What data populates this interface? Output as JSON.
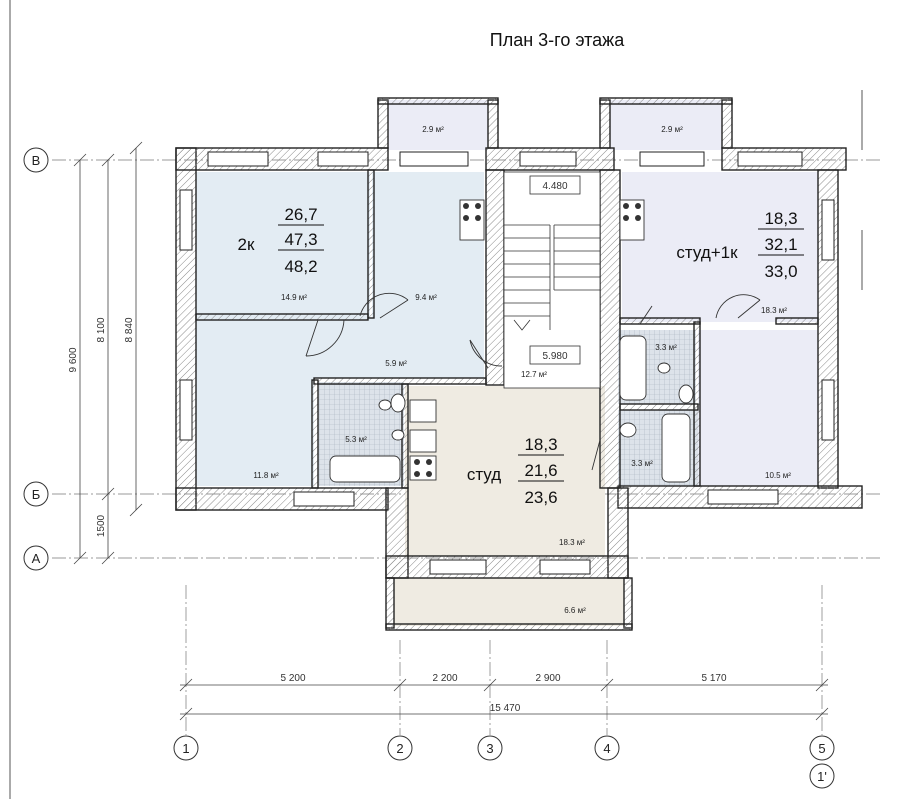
{
  "title": "План 3-го этажа",
  "colors": {
    "apartment_blue": "#e3ecf3",
    "apartment_lilac": "#ebecf6",
    "apartment_beige": "#efebe2",
    "wall": "#222222",
    "hatch": "#9a9a9a",
    "bath_tile": "#d6dde4"
  },
  "axes_rows": [
    {
      "label": "В"
    },
    {
      "label": "Б"
    },
    {
      "label": "А"
    }
  ],
  "axes_columns": [
    {
      "label": "1"
    },
    {
      "label": "2"
    },
    {
      "label": "3"
    },
    {
      "label": "4"
    },
    {
      "label": "5"
    },
    {
      "label": "1'"
    }
  ],
  "dimensions_horizontal": [
    "5 200",
    "2 200",
    "2 900",
    "5 170",
    "15 470"
  ],
  "dimensions_vertical": [
    "9 600",
    "8 100",
    "8 840",
    "1500"
  ],
  "levels": [
    "4.480",
    "5.980"
  ],
  "apartments": [
    {
      "type": "2к",
      "living": "26,7",
      "total": "47,3",
      "gross": "48,2"
    },
    {
      "type": "студ+1к",
      "living": "18,3",
      "total": "32,1",
      "gross": "33,0"
    },
    {
      "type": "студ",
      "living": "18,3",
      "total": "21,6",
      "gross": "23,6"
    }
  ],
  "room_areas": [
    "2.9 м²",
    "2.9 м²",
    "14.9 м²",
    "9.4 м²",
    "18.3 м²",
    "5.9 м²",
    "12.7 м²",
    "3.3 м²",
    "5.3 м²",
    "3.3 м²",
    "11.8 м²",
    "10.5 м²",
    "18.3 м²",
    "6.6 м²"
  ]
}
